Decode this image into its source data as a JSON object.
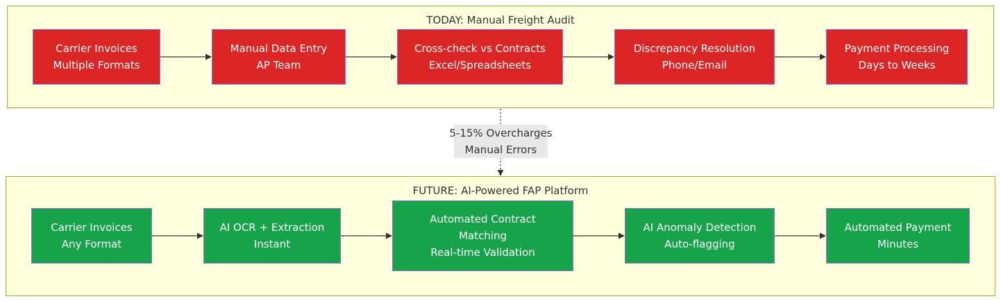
{
  "today": {
    "title": "TODAY: Manual Freight Audit",
    "nodes": [
      {
        "lines": [
          "Carrier Invoices",
          "Multiple Formats"
        ]
      },
      {
        "lines": [
          "Manual Data Entry",
          "AP Team"
        ]
      },
      {
        "lines": [
          "Cross-check vs Contracts",
          "Excel/Spreadsheets"
        ]
      },
      {
        "lines": [
          "Discrepancy Resolution",
          "Phone/Email"
        ]
      },
      {
        "lines": [
          "Payment Processing",
          "Days to Weeks"
        ]
      }
    ]
  },
  "future": {
    "title": "FUTURE: AI-Powered FAP Platform",
    "nodes": [
      {
        "lines": [
          "Carrier Invoices",
          "Any Format"
        ]
      },
      {
        "lines": [
          "AI OCR + Extraction",
          "Instant"
        ]
      },
      {
        "lines": [
          "Automated Contract",
          "Matching",
          "Real-time Validation"
        ]
      },
      {
        "lines": [
          "AI Anomaly Detection",
          "Auto-flagging"
        ]
      },
      {
        "lines": [
          "Automated Payment",
          "Minutes"
        ]
      }
    ]
  },
  "transition": {
    "lines": [
      "5-15% Overcharges",
      "Manual Errors"
    ]
  },
  "colors": {
    "today_node": "#dc2626",
    "future_node": "#16a34a",
    "cluster_fill": "#ffffde",
    "cluster_border": "#aaaa33",
    "edge": "#333333"
  }
}
